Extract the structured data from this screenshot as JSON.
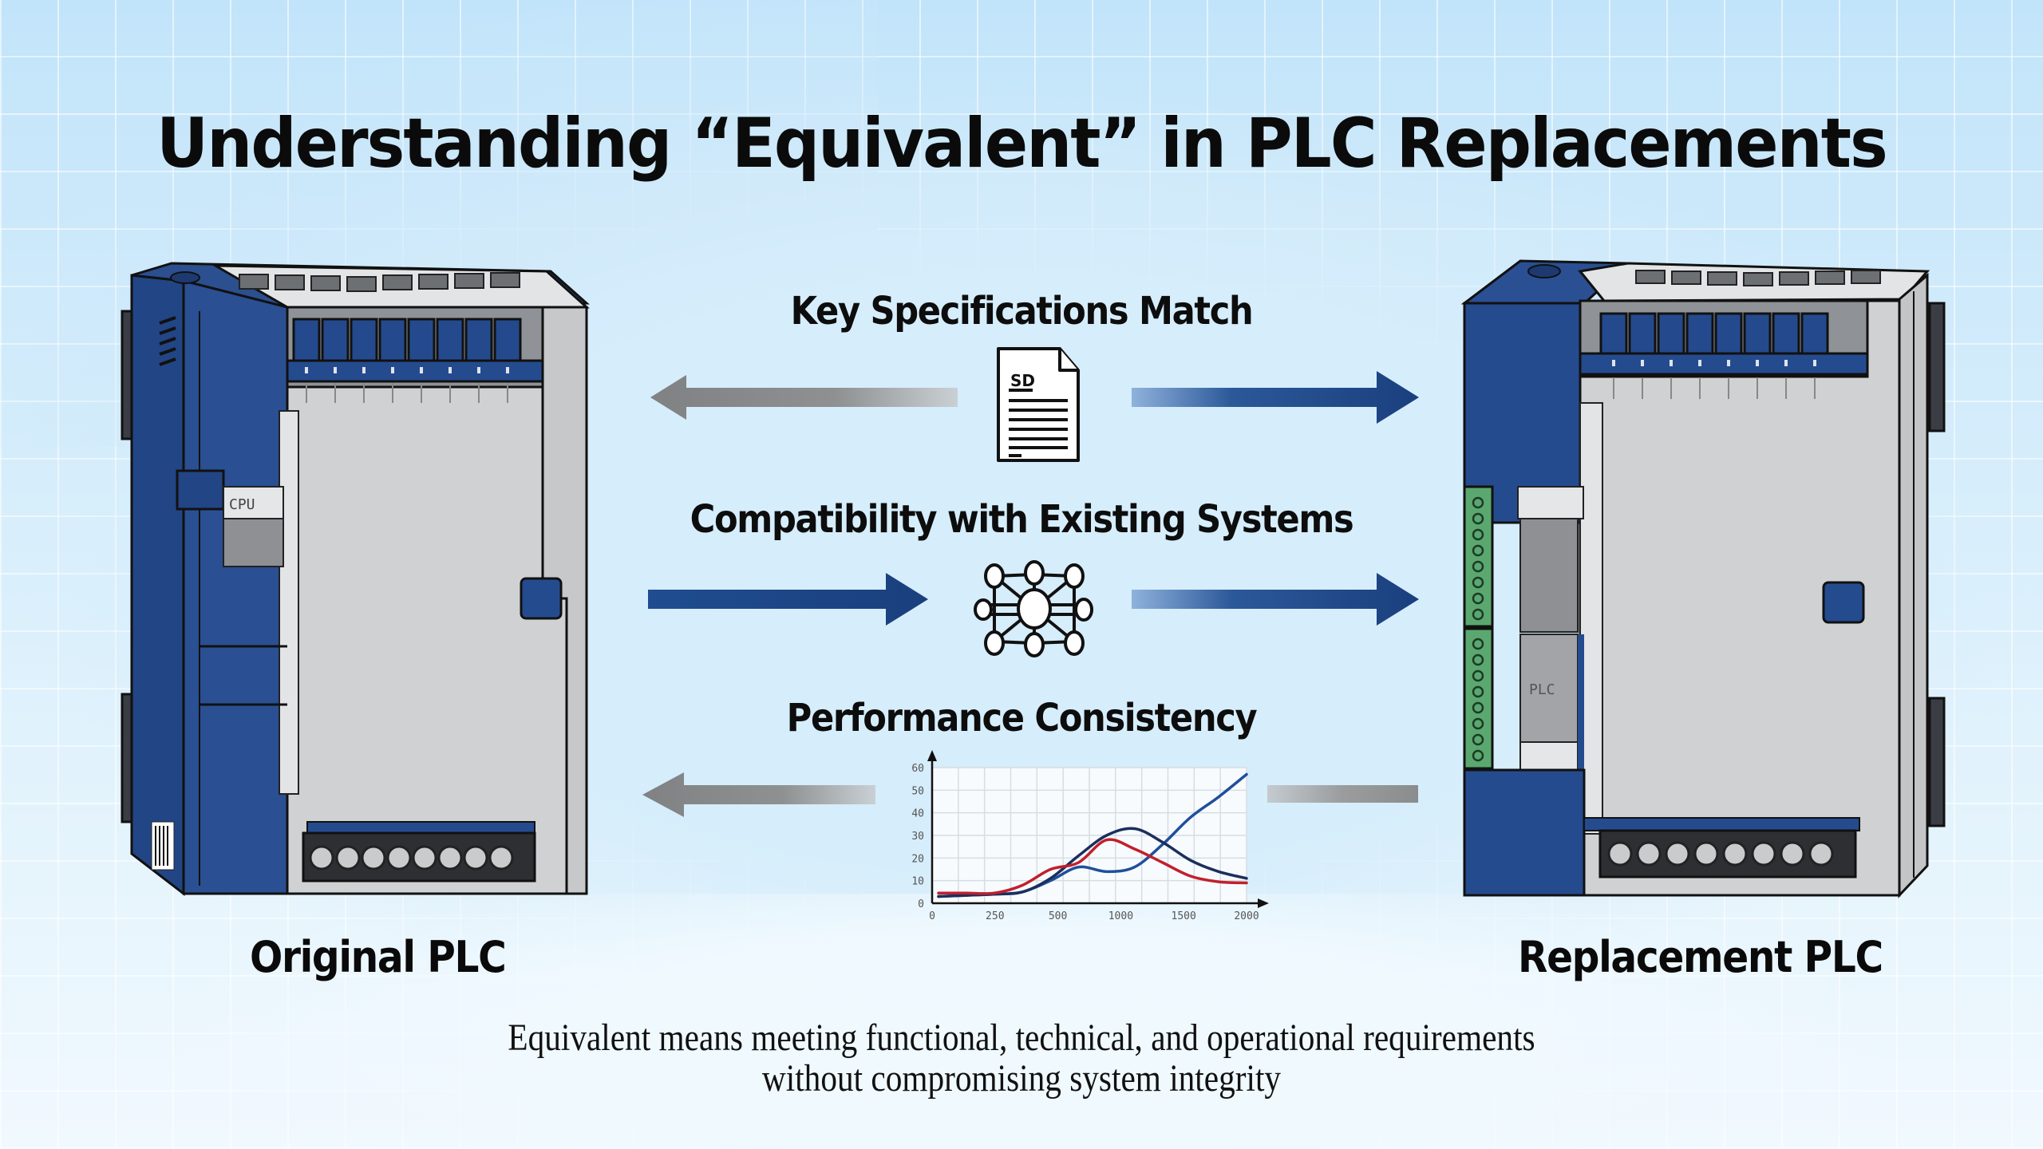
{
  "title": "Understanding “Equivalent” in PLC Replacements",
  "devices": {
    "original": {
      "label": "Original PLC",
      "side_label": "CPU"
    },
    "replacement": {
      "label": "Replacement PLC",
      "side_label": "PLC"
    }
  },
  "features": [
    {
      "label": "Key Specifications Match",
      "icon": "document-icon",
      "doc_mark": "SD"
    },
    {
      "label": "Compatibility with Existing Systems",
      "icon": "network-icon"
    },
    {
      "label": "Performance Consistency",
      "icon": "line-chart-icon"
    }
  ],
  "caption": {
    "line1": "Equivalent means meeting functional, technical, and operational requirements",
    "line2": "without compromising system integrity"
  },
  "colors": {
    "plc_blue": "#254b8f",
    "plc_gray": "#cfd0d2",
    "arrow_blue": "#1d4585",
    "arrow_gray": "#8a8c8e",
    "series_blue": "#1f4f9a",
    "series_navy": "#1a2f5c",
    "series_red": "#c21f2c",
    "terminal_green": "#5aa86f"
  },
  "chart_data": {
    "type": "line",
    "title": "",
    "xlabel": "",
    "ylabel": "",
    "x_ticks": [
      "0",
      "250",
      "500",
      "1000",
      "1500",
      "2000"
    ],
    "y_ticks": [
      "0",
      "10",
      "20",
      "30",
      "40",
      "50",
      "60"
    ],
    "ylim": [
      0,
      60
    ],
    "x": [
      0,
      1,
      2,
      3,
      4,
      5,
      6,
      7,
      8,
      9,
      10,
      11
    ],
    "grid": true,
    "legend": "none",
    "series": [
      {
        "name": "Blue (rising)",
        "values": [
          3,
          3.5,
          4,
          5,
          10,
          16,
          14,
          16,
          26,
          38,
          47,
          57
        ]
      },
      {
        "name": "Navy (peak)",
        "values": [
          3,
          3.5,
          4,
          5,
          11,
          21,
          30,
          33,
          27,
          19,
          14,
          11
        ]
      },
      {
        "name": "Red",
        "values": [
          4.5,
          4.5,
          4.5,
          8,
          15,
          18,
          28,
          24,
          18,
          12,
          9.5,
          9
        ]
      }
    ]
  }
}
